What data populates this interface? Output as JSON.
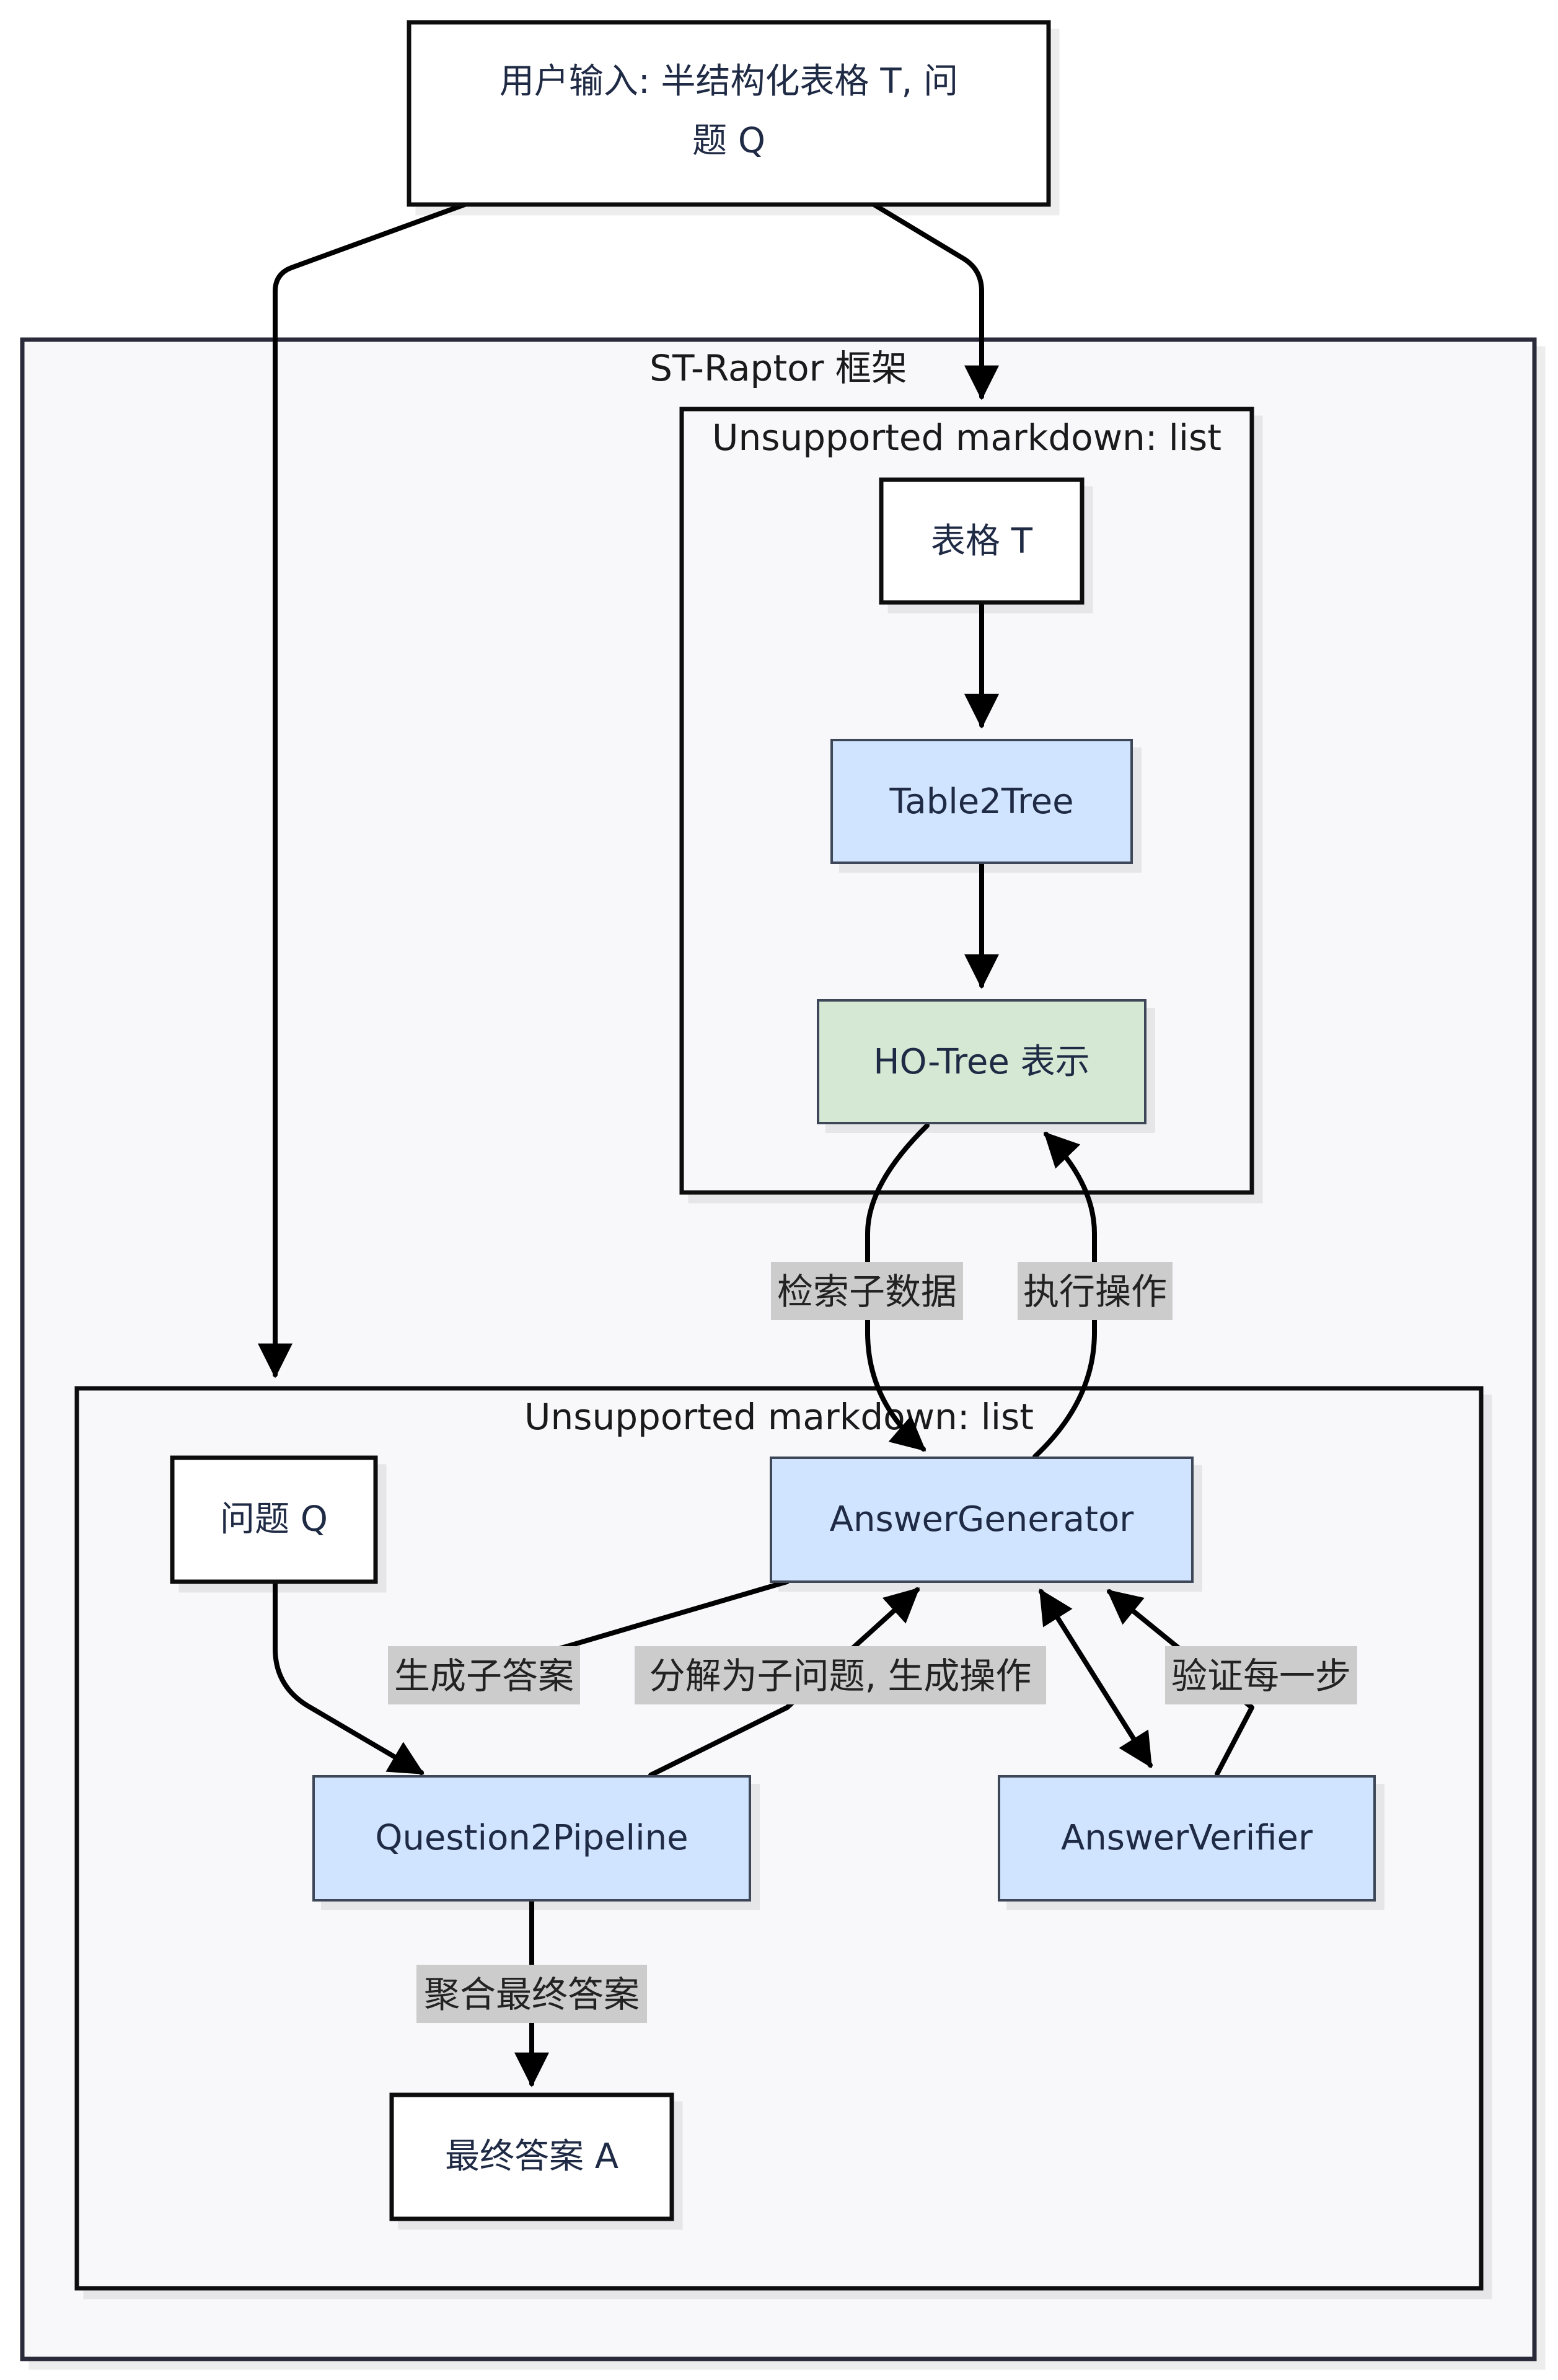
{
  "diagram": {
    "input_node": {
      "line1": "用户输入: 半结构化表格 T, 问",
      "line2": "题 Q"
    },
    "outer_group": {
      "title": "ST-Raptor 框架"
    },
    "table_group": {
      "title": "Unsupported markdown: list",
      "nodes": {
        "table_t": "表格 T",
        "table2tree": "Table2Tree",
        "hotree": "HO-Tree 表示"
      }
    },
    "qa_group": {
      "title": "Unsupported markdown: list",
      "nodes": {
        "question_q": "问题 Q",
        "answer_generator": "AnswerGenerator",
        "question2pipeline": "Question2Pipeline",
        "answer_verifier": "AnswerVerifier",
        "final_answer": "最终答案 A"
      }
    },
    "edge_labels": {
      "retrieve": "检索子数据",
      "execute": "执行操作",
      "gen_sub_answer": "生成子答案",
      "decompose": "分解为子问题, 生成操作",
      "verify": "验证每一步",
      "aggregate": "聚合最终答案"
    },
    "colors": {
      "process_fill": "#d0e4ff",
      "tree_fill": "#d5e8d4",
      "group_fill": "#f8f8fb",
      "label_bg": "#cccccc"
    }
  }
}
